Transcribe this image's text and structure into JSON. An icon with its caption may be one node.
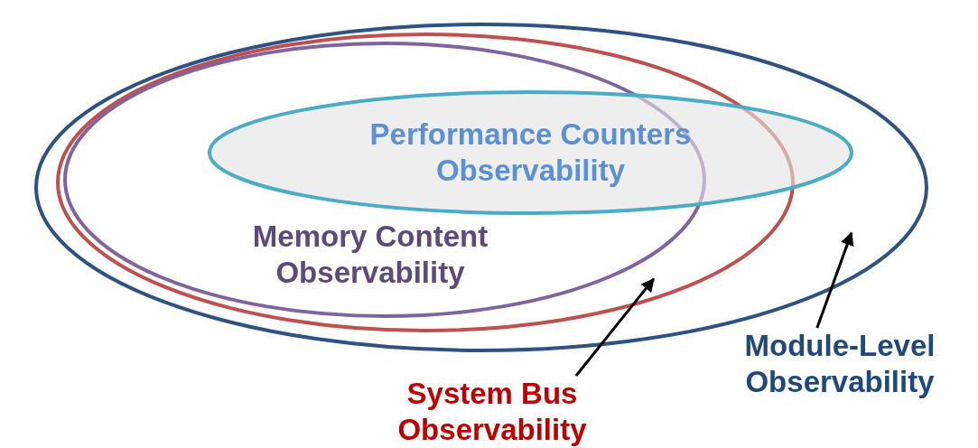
{
  "diagram": {
    "nodes": [
      {
        "text": [],
        "shape": "ellipse"
      },
      {
        "text": [],
        "shape": "ellipse",
        "in": 0
      },
      {
        "text": [
          "Memory Content Observability"
        ],
        "in": 1
      },
      {
        "text": [
          "Performance Counters Observability"
        ],
        "in": 0
      },
      {
        "text": [
          "System Bus Observability"
        ]
      },
      {
        "text": [
          "Module-Level Observability"
        ]
      }
    ],
    "edges": [
      {
        "from": 4,
        "to": 1,
        "arrow": "to"
      },
      {
        "from": 5,
        "to": 0,
        "arrow": "to"
      }
    ]
  }
}
